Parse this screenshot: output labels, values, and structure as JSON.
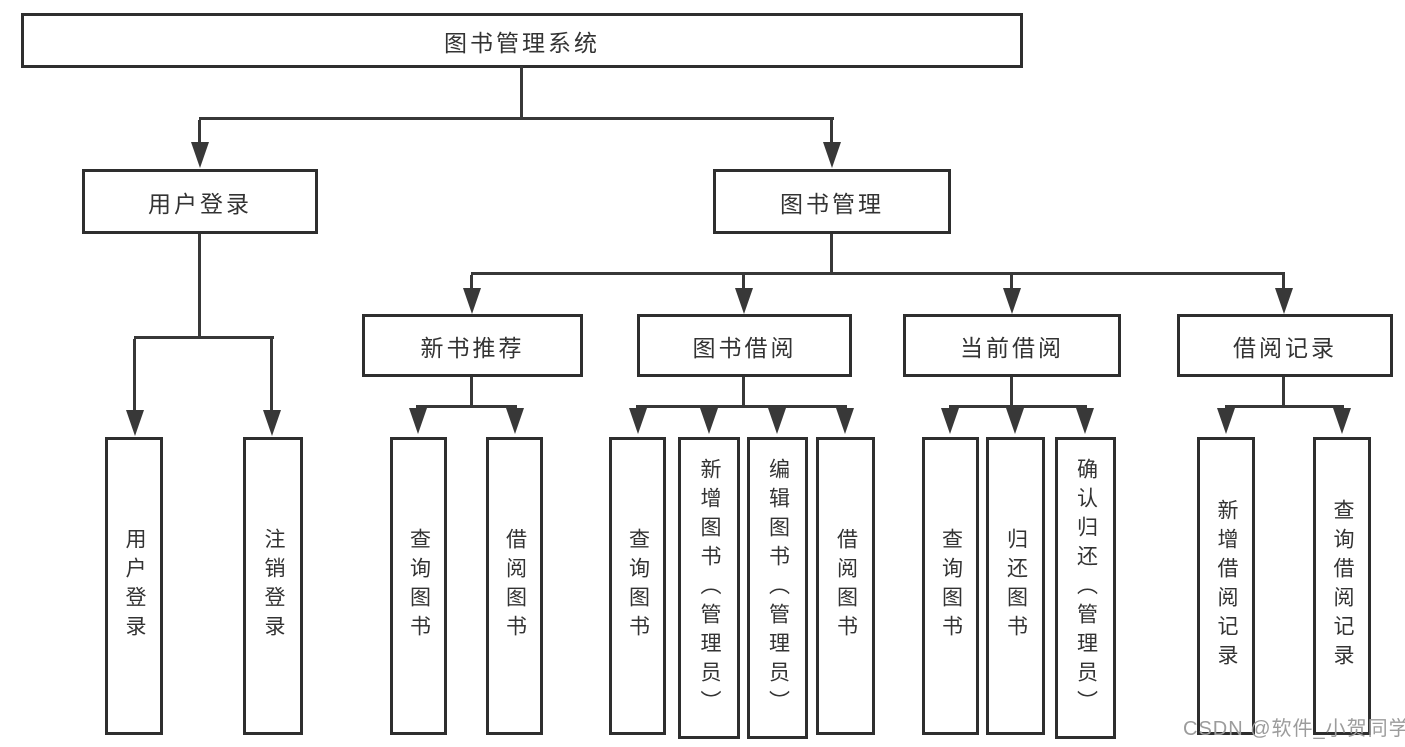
{
  "diagram": {
    "title": "图书管理系统",
    "root": {
      "label": "图书管理系统"
    },
    "level1": [
      {
        "label": "用户登录"
      },
      {
        "label": "图书管理"
      }
    ],
    "level2": [
      {
        "label": "新书推荐",
        "parent": "图书管理"
      },
      {
        "label": "图书借阅",
        "parent": "图书管理"
      },
      {
        "label": "当前借阅",
        "parent": "图书管理"
      },
      {
        "label": "借阅记录",
        "parent": "图书管理"
      }
    ],
    "leaves": [
      {
        "label": "用户登录",
        "parent": "用户登录"
      },
      {
        "label": "注销登录",
        "parent": "用户登录"
      },
      {
        "label": "查询图书",
        "parent": "新书推荐"
      },
      {
        "label": "借阅图书",
        "parent": "新书推荐"
      },
      {
        "label": "查询图书",
        "parent": "图书借阅"
      },
      {
        "label": "新增图书（管理员）",
        "parent": "图书借阅"
      },
      {
        "label": "编辑图书（管理员）",
        "parent": "图书借阅"
      },
      {
        "label": "借阅图书",
        "parent": "图书借阅"
      },
      {
        "label": "查询图书",
        "parent": "当前借阅"
      },
      {
        "label": "归还图书",
        "parent": "当前借阅"
      },
      {
        "label": "确认归还（管理员）",
        "parent": "当前借阅"
      },
      {
        "label": "新增借阅记录",
        "parent": "借阅记录"
      },
      {
        "label": "查询借阅记录",
        "parent": "借阅记录"
      }
    ]
  },
  "watermark": {
    "text": "CSDN @软件_小贺同学",
    "color": "#9c9c9c"
  },
  "colors": {
    "line": "#383838",
    "border": "#2e2e2e",
    "text": "#333333",
    "background": "#ffffff"
  }
}
